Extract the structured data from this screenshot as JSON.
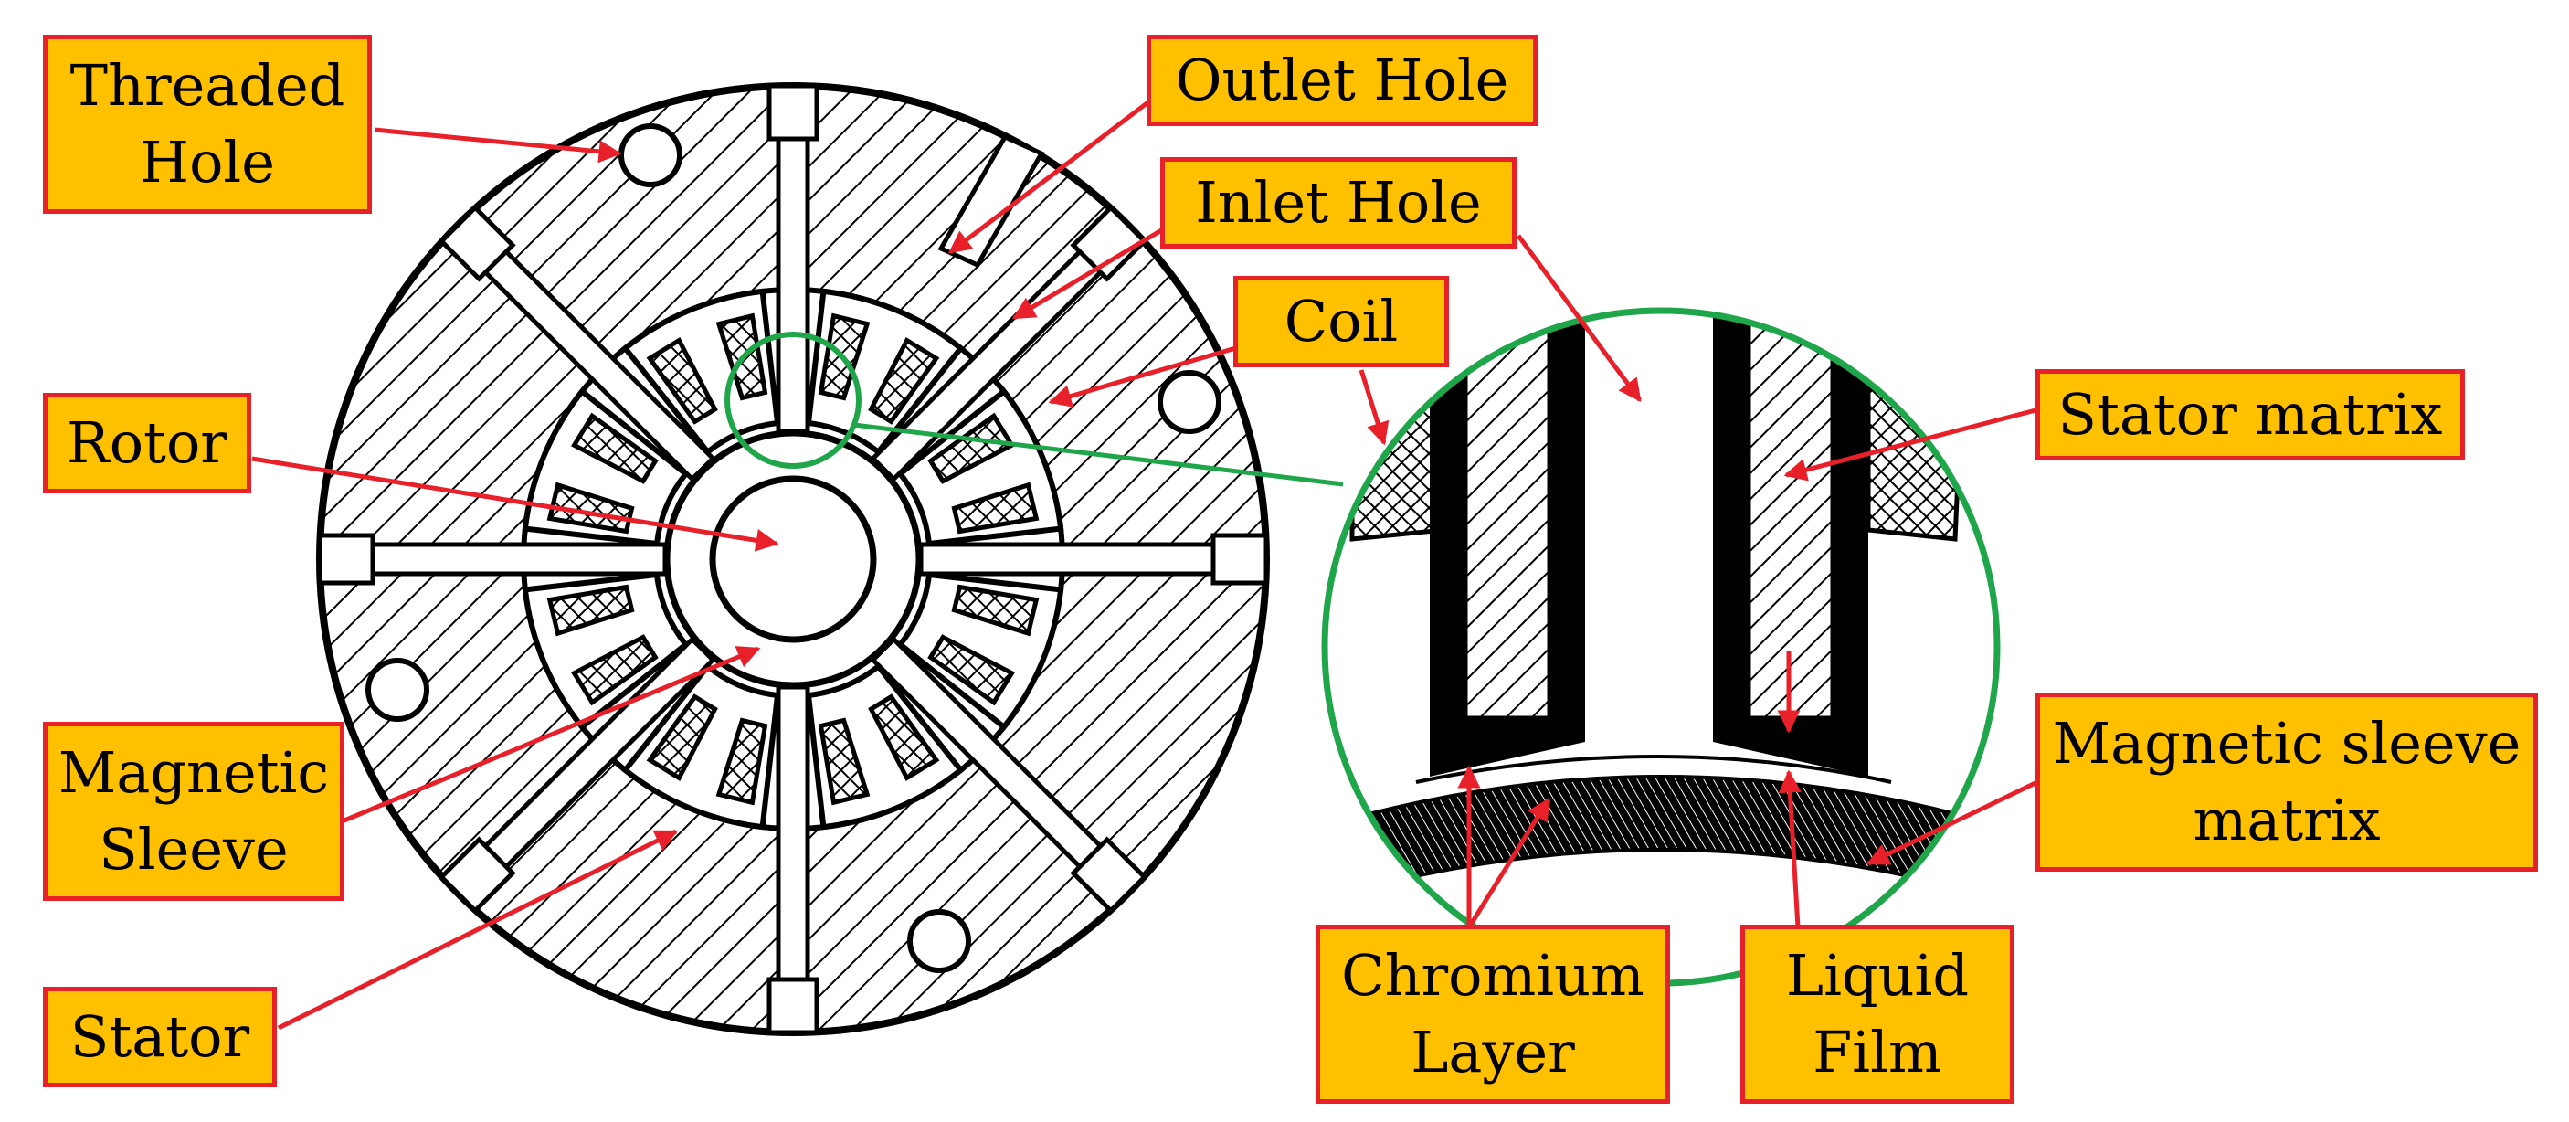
{
  "colors": {
    "label_fill": "#FFC000",
    "label_border": "#E8202A",
    "arrow": "#E8202A",
    "zoom_circle": "#1FA64A",
    "drawing": "#000000"
  },
  "labels": {
    "threaded_hole": [
      "Threaded",
      "Hole"
    ],
    "outlet_hole": [
      "Outlet Hole"
    ],
    "inlet_hole": [
      "Inlet Hole"
    ],
    "coil": [
      "Coil"
    ],
    "rotor": [
      "Rotor"
    ],
    "stator_matrix": [
      "Stator matrix"
    ],
    "magnetic_sleeve": [
      "Magnetic",
      "Sleeve"
    ],
    "magnetic_sleeve_matrix": [
      "Magnetic sleeve",
      "matrix"
    ],
    "stator": [
      "Stator"
    ],
    "chromium_layer": [
      "Chromium",
      "Layer"
    ],
    "liquid_film": [
      "Liquid",
      "Film"
    ]
  },
  "icons": {
    "main_view": "stator-cross-section",
    "detail_view": "magnified-detail-circle",
    "pointer": "red-arrow"
  }
}
